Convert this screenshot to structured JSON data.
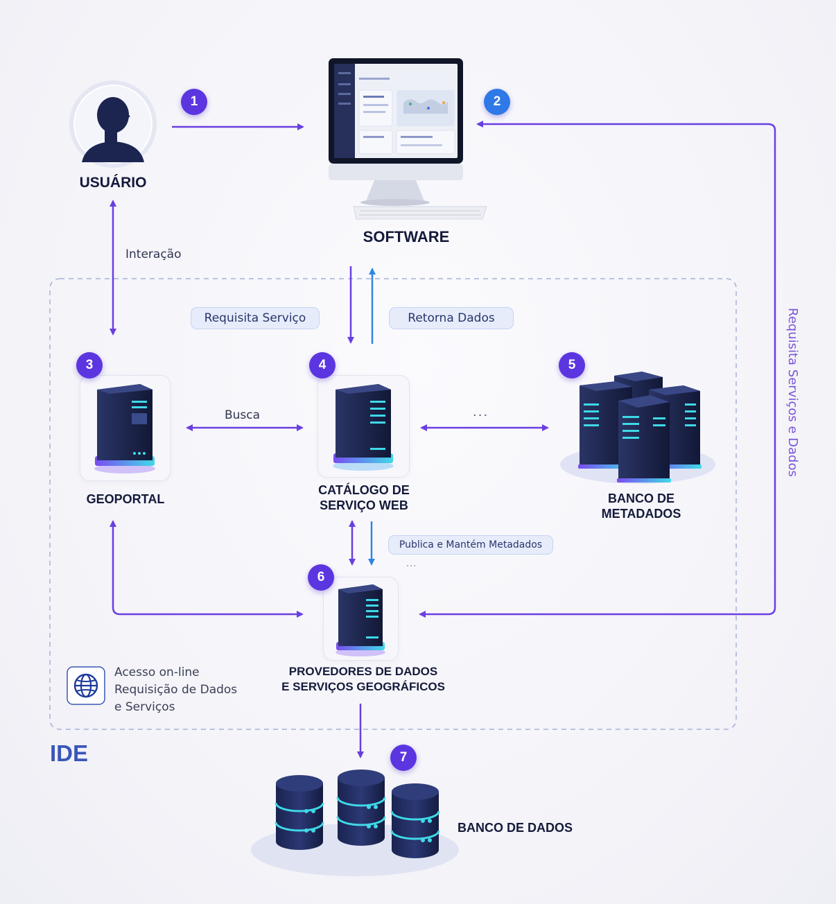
{
  "nodes": {
    "usuario": "USUÁRIO",
    "software": "SOFTWARE",
    "geoportal": "GEOPORTAL",
    "catalogo_1": "CATÁLOGO DE",
    "catalogo_2": "SERVIÇO WEB",
    "metadados_1": "BANCO DE",
    "metadados_2": "METADADOS",
    "provedores_1": "PROVEDORES DE DADOS",
    "provedores_2": "E SERVIÇOS GEOGRÁFICOS",
    "banco_dados": "BANCO DE DADOS"
  },
  "badges": [
    "1",
    "2",
    "3",
    "4",
    "5",
    "6",
    "7"
  ],
  "edges": {
    "interacao": "Interação",
    "requisita_servico": "Requisita Serviço",
    "retorna_dados": "Retorna Dados",
    "busca": "Busca",
    "ellipsis": "...",
    "publica": "Publica e Mantém Metadados",
    "requisita_servicos_dados": "Requisita Serviços e Dados"
  },
  "legend": {
    "line1": "Acesso on-line",
    "line2": "Requisição de Dados",
    "line3": "e Serviços"
  },
  "region_label": "IDE",
  "colors": {
    "purple": "#6a3fe0",
    "blue": "#2f86e0",
    "dark_navy": "#1c2550",
    "accent_cyan": "#3fd9e8",
    "region_border": "#a6b1d4"
  }
}
